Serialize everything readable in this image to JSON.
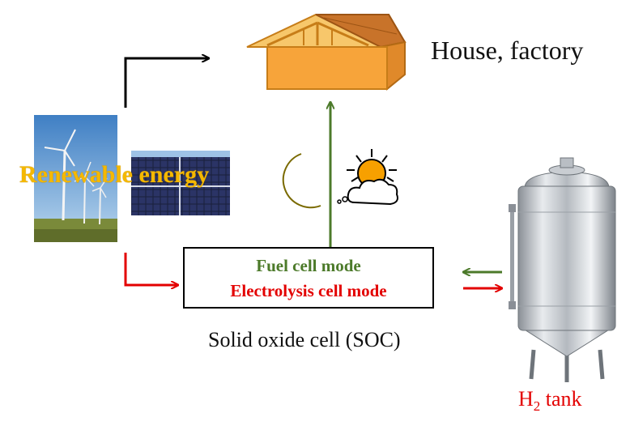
{
  "labels": {
    "house": "House, factory",
    "renewable": "Renewable energy",
    "soc": "Solid oxide cell (SOC)",
    "tank_prefix": "H",
    "tank_sub": "2",
    "tank_suffix": " tank"
  },
  "modes": {
    "fuel_cell": "Fuel cell mode",
    "electrolysis_cell": "Electrolysis cell mode"
  },
  "icons": [
    "house-icon",
    "wind-turbine-icon",
    "solar-panel-icon",
    "moon-icon",
    "sun-cloud-icon",
    "hydrogen-tank-icon"
  ],
  "colors": {
    "fuel_cell_green": "#4c7a2a",
    "electrolysis_red": "#e30000",
    "renewable_yellow": "#f5b800",
    "house_orange": "#f7a43a"
  }
}
